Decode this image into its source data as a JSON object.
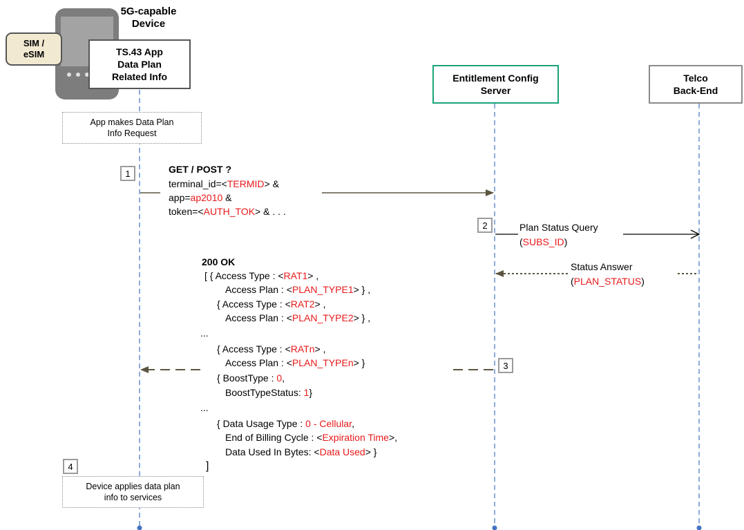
{
  "participants": {
    "device_title": "5G-capable\nDevice",
    "sim_label": "SIM /\neSIM",
    "app_box": "TS.43 App\nData Plan\nRelated Info",
    "ecs_box": "Entitlement Config\nServer",
    "telco_box": "Telco\nBack-End"
  },
  "notes": {
    "app_request": "App makes Data Plan\nInfo Request",
    "device_applies": "Device applies data plan\ninfo to services"
  },
  "steps": {
    "s1": "1",
    "s2": "2",
    "s3": "3",
    "s4": "4"
  },
  "request": {
    "method": "GET / POST ?",
    "l1_pre": "terminal_id=<",
    "l1_val": "TERMID",
    "l1_post": "> &",
    "l2_pre": "app=",
    "l2_val": "ap2010",
    "l2_post": " &",
    "l3_pre": "token=<",
    "l3_val": "AUTH_TOK",
    "l3_post": "> & . . ."
  },
  "plan_query": {
    "label": "Plan Status Query",
    "open": "(",
    "val": "SUBS_ID",
    "close": ")"
  },
  "status_answer": {
    "label": "Status Answer",
    "open": "(",
    "val": "PLAN_STATUS",
    "close": ")"
  },
  "response": {
    "status": "200 OK",
    "r1_pre": "[  { Access Type : <",
    "r1_val": "RAT1",
    "r1_post": "> ,",
    "r2_pre": "Access Plan : <",
    "r2_val": "PLAN_TYPE1",
    "r2_post": "> } ,",
    "r3_pre": "{ Access Type : <",
    "r3_val": "RAT2",
    "r3_post": "> ,",
    "r4_pre": "Access Plan : <",
    "r4_val": "PLAN_TYPE2",
    "r4_post": "> } ,",
    "r5": "...",
    "r6_pre": "{ Access Type : <",
    "r6_val": "RATn",
    "r6_post": "> ,",
    "r7_pre": "Access Plan : <",
    "r7_val": "PLAN_TYPEn",
    "r7_post": "> }",
    "r8_pre": "{ BoostType : ",
    "r8_val": "0",
    "r8_post": ",",
    "r9_pre": "BoostTypeStatus: ",
    "r9_val": "1",
    "r9_post": "}",
    "r10": "...",
    "r11_pre": "{ Data Usage Type : ",
    "r11_val": "0 - Cellular",
    "r11_post": ",",
    "r12_pre": "End of Billing Cycle : <",
    "r12_val": "Expiration Time",
    "r12_post": ">,",
    "r13_pre": "Data Used In Bytes: <",
    "r13_val": "Data Used",
    "r13_post": "> }",
    "r14": "]"
  },
  "colors": {
    "lifeline": "#4472c4",
    "ecs_border": "#1aa37a",
    "arrow": "#5b5540",
    "value_red": "#e8191a"
  }
}
